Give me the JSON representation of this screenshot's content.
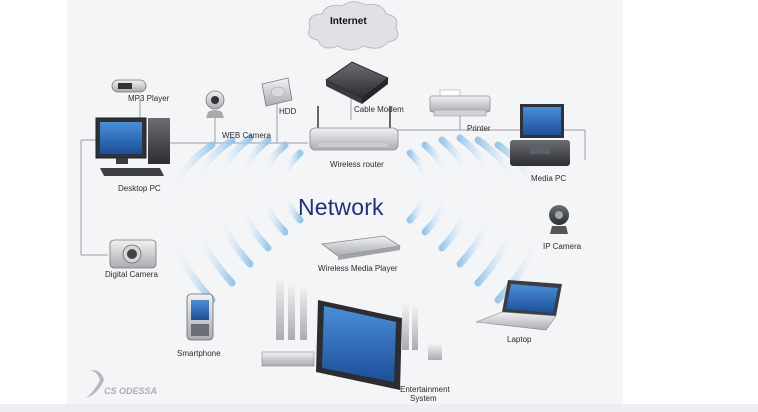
{
  "diagram": {
    "center_label": "Network",
    "internet_label": "Internet",
    "brand": "CS ODESSA"
  },
  "devices": {
    "mp3_player": "MP3 Player",
    "web_camera": "WEB Camera",
    "hdd": "HDD",
    "cable_modem": "Cable Modem",
    "printer": "Printer",
    "desktop_pc": "Desktop PC",
    "wireless_router": "Wireless router",
    "media_pc": "Media PC",
    "ip_camera": "IP Camera",
    "digital_camera": "Digital Camera",
    "wireless_media_player": "Wireless Media Player",
    "smartphone": "Smartphone",
    "laptop": "Laptop",
    "entertainment_system_line1": "Entertainment",
    "entertainment_system_line2": "System"
  },
  "colors": {
    "wave": "#8fc3ea",
    "network_text": "#1f2f86",
    "screen": "#2a66b6"
  }
}
